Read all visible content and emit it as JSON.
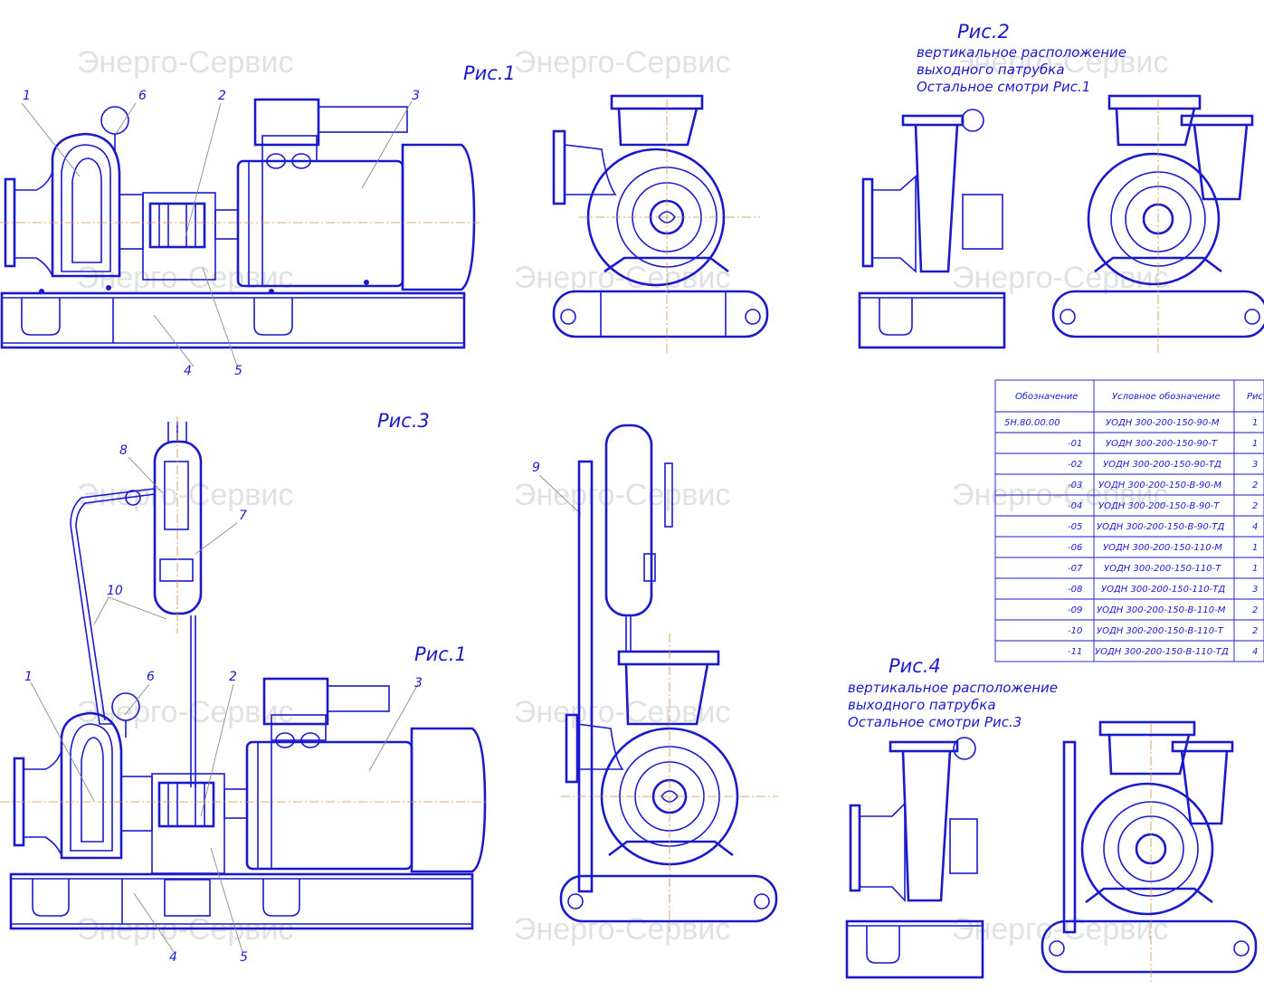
{
  "watermarks": [
    "Энерго-Сервис",
    "Энерго-Сервис",
    "Энерго-Сервис",
    "Энерго-Сервис",
    "Энерго-Сервис",
    "Энерго-Сервис",
    "Энерго-Сервис",
    "Энерго-Сервис",
    "Энерго-Сервис",
    "Энерго-Сервис",
    "Энерго-Сервис",
    "Энерго-Сервис",
    "Энерго-Сервис",
    "Энерго-Сервис"
  ],
  "figures": {
    "fig1_top": "Рис.1",
    "fig2": "Рис.2",
    "fig2_note": [
      "вертикальное расположение",
      "выходного патрубка",
      "Остальное смотри Рис.1"
    ],
    "fig3": "Рис.3",
    "fig1_bottom": "Рис.1",
    "fig4": "Рис.4",
    "fig4_note": [
      "вертикальное расположение",
      "выходного патрубка",
      "Остальное смотри Рис.3"
    ]
  },
  "callouts_top": [
    "1",
    "6",
    "2",
    "3",
    "4",
    "5"
  ],
  "callouts_bottom": [
    "8",
    "7",
    "10",
    "1",
    "6",
    "2",
    "3",
    "4",
    "5",
    "9"
  ],
  "table": {
    "headers": [
      "Обозначение",
      "Условное обозначение",
      "Рис"
    ],
    "rows": [
      [
        "5Н.80.00.00",
        "УОДН 300-200-150-90-М",
        "1"
      ],
      [
        "-01",
        "УОДН 300-200-150-90-Т",
        "1"
      ],
      [
        "-02",
        "УОДН 300-200-150-90-ТД",
        "3"
      ],
      [
        "-03",
        "УОДН 300-200-150-В-90-М",
        "2"
      ],
      [
        "-04",
        "УОДН 300-200-150-В-90-Т",
        "2"
      ],
      [
        "-05",
        "УОДН 300-200-150-В-90-ТД",
        "4"
      ],
      [
        "-06",
        "УОДН 300-200-150-110-М",
        "1"
      ],
      [
        "-07",
        "УОДН 300-200-150-110-Т",
        "1"
      ],
      [
        "-08",
        "УОДН 300-200-150-110-ТД",
        "3"
      ],
      [
        "-09",
        "УОДН 300-200-150-В-110-М",
        "2"
      ],
      [
        "-10",
        "УОДН 300-200-150-В-110-Т",
        "2"
      ],
      [
        "-11",
        "УОДН 300-200-150-В-110-ТД",
        "4"
      ]
    ]
  },
  "colors": {
    "line": "#1a1acc",
    "leader": "#8a8a8a",
    "watermark": "#d6d8dc",
    "center": "#d09040"
  }
}
